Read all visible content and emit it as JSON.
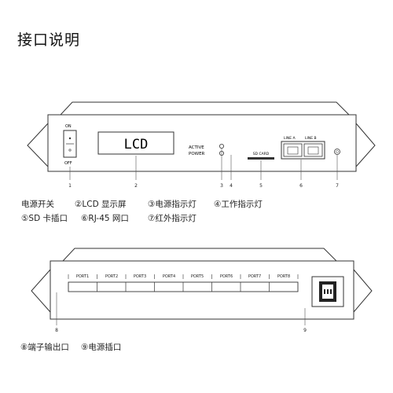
{
  "title": "接口说明",
  "front": {
    "switch_on": "ON",
    "switch_off": "OFF",
    "lcd": "LCD",
    "active": "ACTIVE",
    "power": "POWER",
    "sd_card": "SD CARD",
    "line_a": "LINE A",
    "line_b": "LINE B",
    "callouts": [
      "1",
      "2",
      "3",
      "4",
      "5",
      "6",
      "7"
    ]
  },
  "legend_front": [
    "电源开关",
    "②LCD 显示屏",
    "③电源指示灯",
    "④工作指示灯",
    "⑤SD 卡插口",
    "⑥RJ-45 网口",
    "⑦红外指示灯"
  ],
  "back": {
    "ports": [
      "PORT1",
      "PORT2",
      "PORT3",
      "PORT4",
      "PORT5",
      "PORT6",
      "PORT7",
      "PORT8"
    ],
    "callouts": [
      "8",
      "9"
    ]
  },
  "legend_back": [
    "⑧端子输出口",
    "⑨电源插口"
  ]
}
